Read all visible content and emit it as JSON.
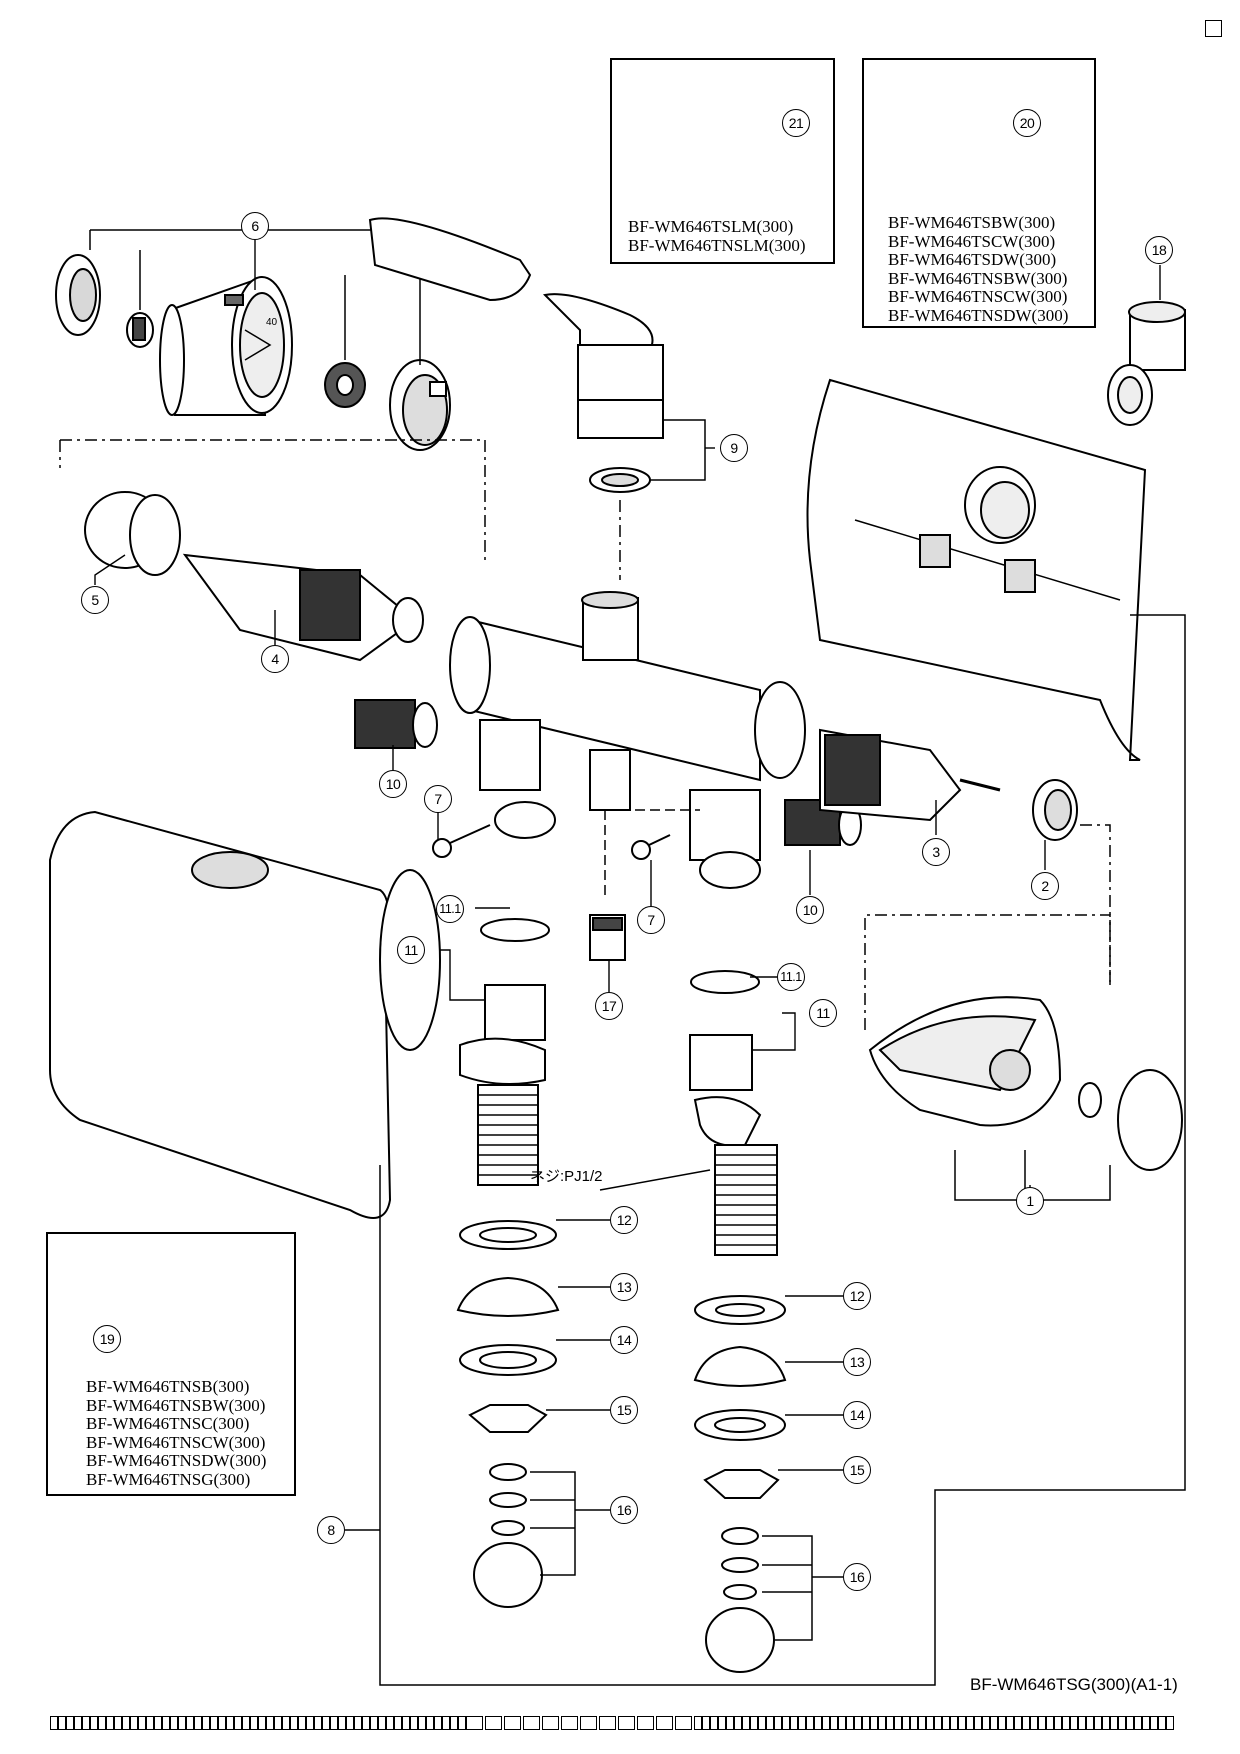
{
  "diagram": {
    "doc_code": "BF-WM646TSG(300)(A1-1)",
    "thread_note": "ネジ:PJ1/2",
    "callouts": [
      "1",
      "2",
      "3",
      "4",
      "5",
      "6",
      "7",
      "7",
      "8",
      "9",
      "10",
      "10",
      "11",
      "11",
      "11.1",
      "11.1",
      "12",
      "12",
      "13",
      "13",
      "14",
      "14",
      "15",
      "15",
      "16",
      "16",
      "17",
      "18",
      "19",
      "20",
      "21"
    ],
    "variant_boxes": {
      "part21": "BF-WM646TSLM(300)\nBF-WM646TNSLM(300)",
      "part20": "BF-WM646TSBW(300)\nBF-WM646TSCW(300)\nBF-WM646TSDW(300)\nBF-WM646TNSBW(300)\nBF-WM646TNSCW(300)\nBF-WM646TNSDW(300)",
      "part19": "BF-WM646TNSB(300)\nBF-WM646TNSBW(300)\nBF-WM646TNSC(300)\nBF-WM646TNSCW(300)\nBF-WM646TNSDW(300)\nBF-WM646TNSG(300)"
    }
  }
}
